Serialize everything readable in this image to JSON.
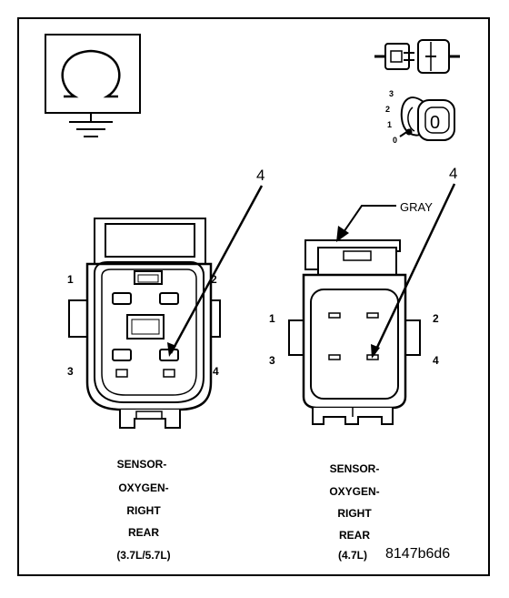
{
  "left_connector": {
    "callout": "4",
    "pins": [
      "1",
      "2",
      "3",
      "4"
    ],
    "caption": [
      "SENSOR-",
      "OXYGEN-",
      "RIGHT",
      "REAR",
      "(3.7L/5.7L)"
    ]
  },
  "right_connector": {
    "callout": "4",
    "color_label": "GRAY",
    "pins": [
      "1",
      "2",
      "3",
      "4"
    ],
    "caption": [
      "SENSOR-",
      "OXYGEN-",
      "RIGHT",
      "REAR",
      "(4.7L)"
    ]
  },
  "ohmmeter": {
    "scale": [
      "3",
      "2",
      "1",
      "0"
    ],
    "display": "0"
  },
  "figure_code": "8147b6d6"
}
